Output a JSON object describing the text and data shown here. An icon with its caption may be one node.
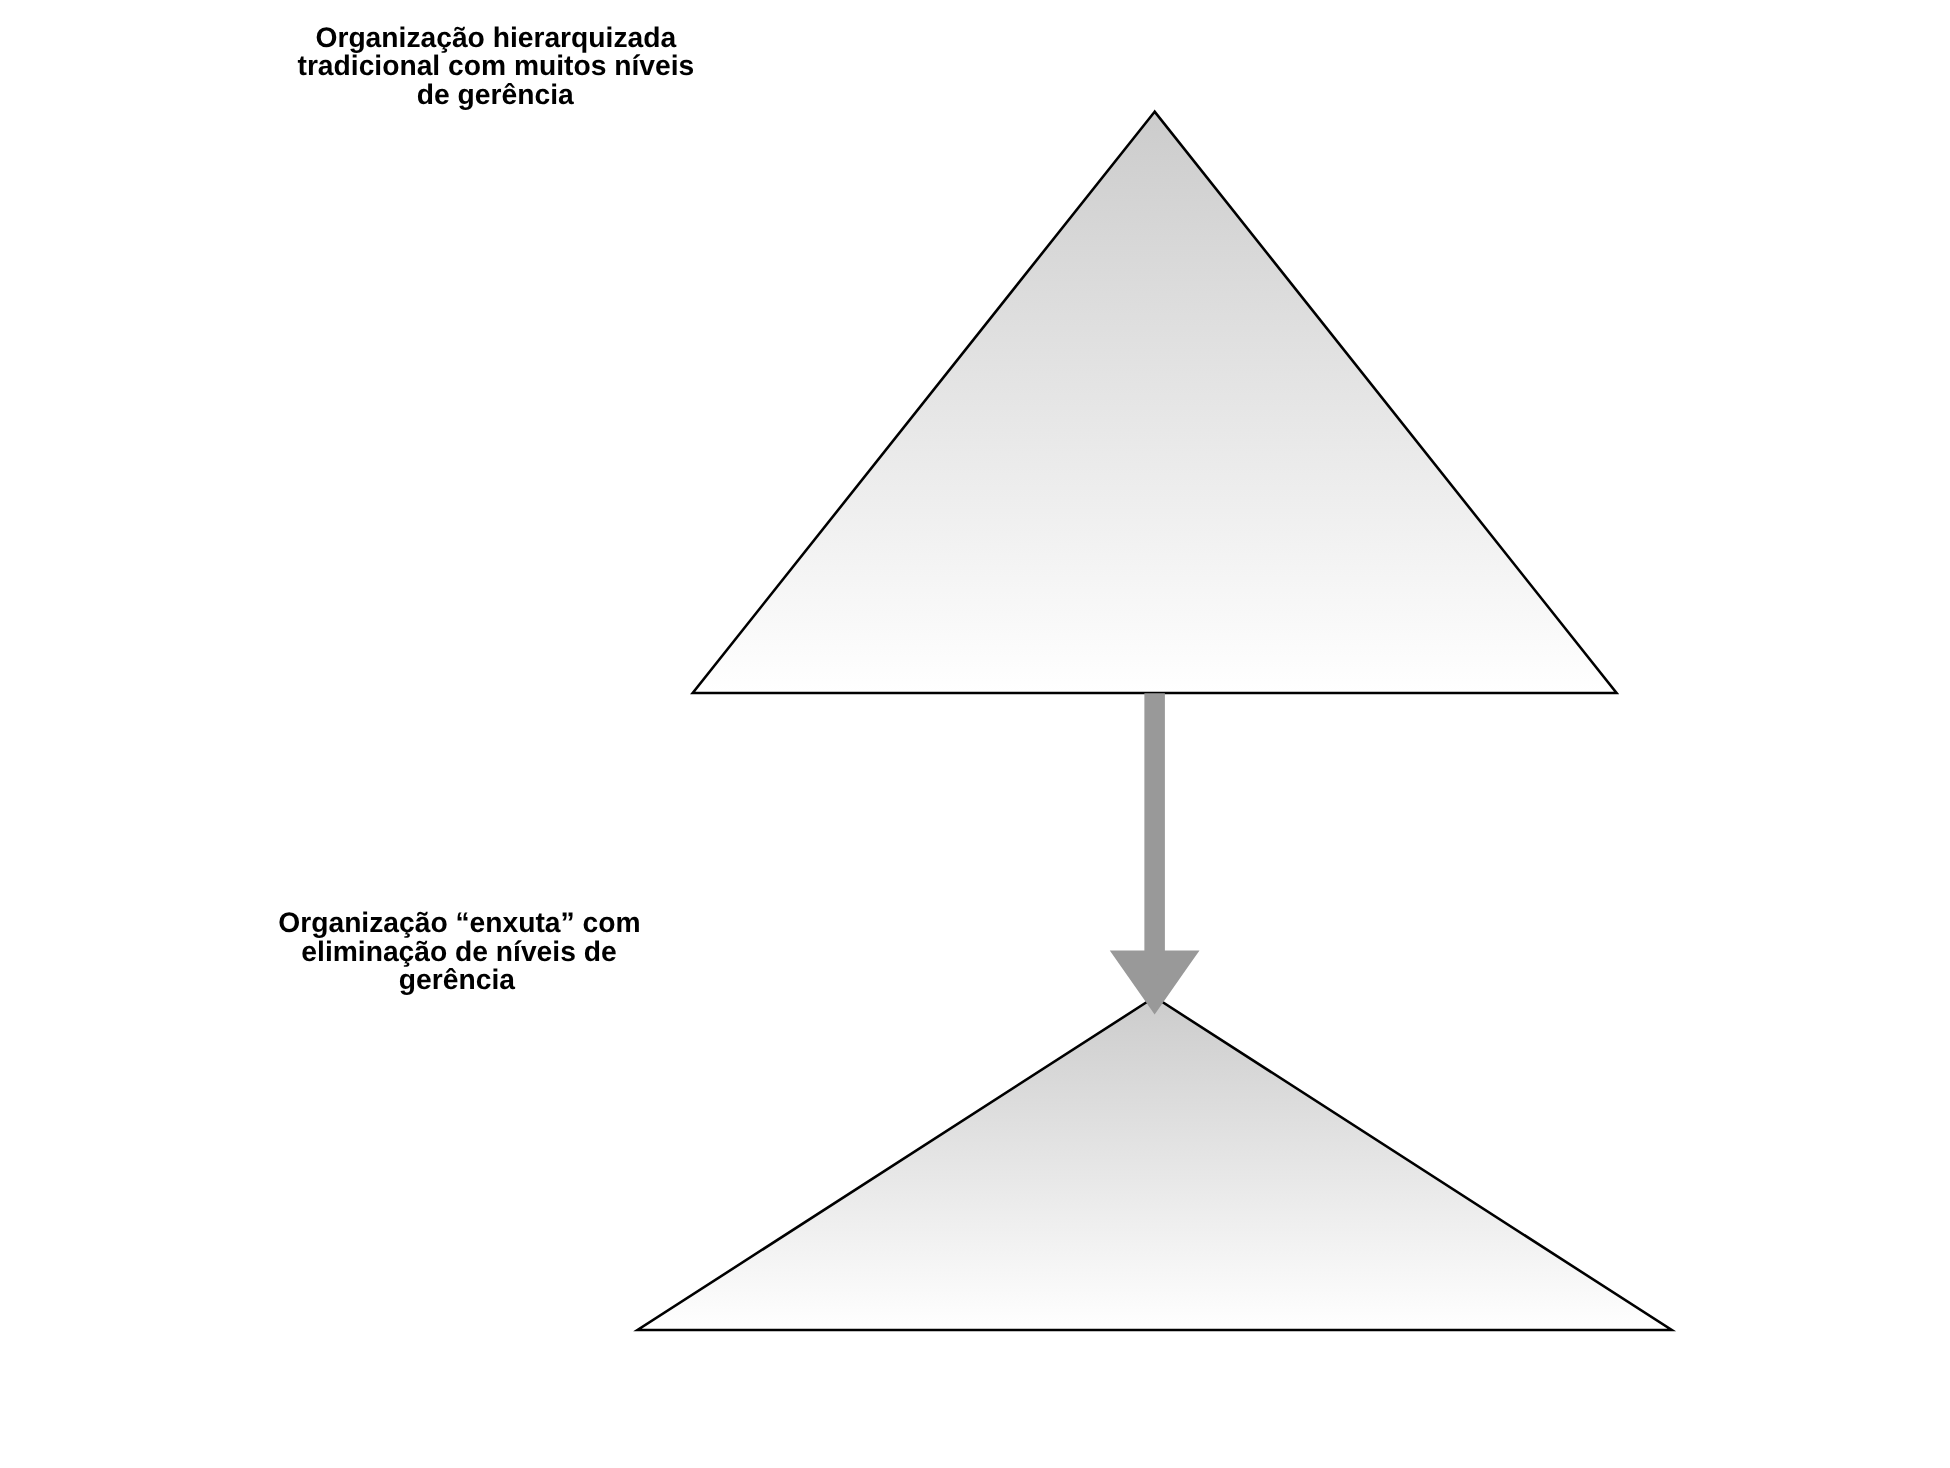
{
  "diagram": {
    "nodes": [
      {
        "text": [],
        "shape": "triangle",
        "beside": [
          "Organização hierarquizada tradicional com muitos níveis de gerência"
        ]
      },
      {
        "text": [],
        "shape": "triangle",
        "beside": [
          "Organização “enxuta” com eliminação de níveis de gerência"
        ]
      }
    ],
    "edges": [
      {
        "from": 0,
        "to": 1,
        "arrow": "to"
      }
    ]
  }
}
